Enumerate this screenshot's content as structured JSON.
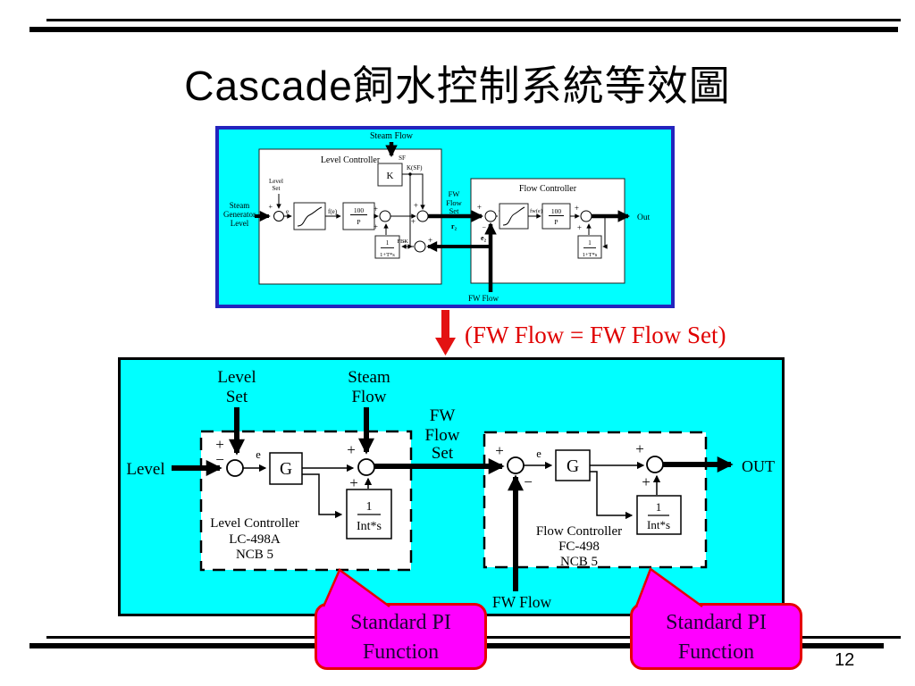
{
  "slide": {
    "title": "Cascade飼水控制系統等效圖",
    "red_note": "(FW Flow = FW Flow Set)",
    "page_number": "12"
  },
  "signs": {
    "plus": "+",
    "minus": "−"
  },
  "top": {
    "lc": {
      "title": "Level Controller",
      "input_l1": "Steam",
      "input_l2": "Generator",
      "input_l3": "Level",
      "set_l1": "Level",
      "set_l2": "Set",
      "steam_flow": "Steam Flow",
      "sf": "SF",
      "k": "K",
      "ksf": "K(SF)",
      "e": "e",
      "fe": "f(e)",
      "gain_num": "100",
      "gain_den": "P",
      "lag_num": "1",
      "lag_den": "1+T*s",
      "fbk": "FBK"
    },
    "fc": {
      "title": "Flow Controller",
      "set_l1": "FW",
      "set_l2": "Flow",
      "set_l3": "Set",
      "r2": "r₂",
      "e2": "e₂",
      "e": "e",
      "fwe": "fw(e)",
      "gain_num": "100",
      "gain_den": "P",
      "lag_num": "1",
      "lag_den": "1+T*s",
      "out": "Out",
      "fw_flow": "FW Flow"
    }
  },
  "bottom": {
    "set_l1": "Level",
    "set_l2": "Set",
    "sf_l1": "Steam",
    "sf_l2": "Flow",
    "level": "Level",
    "e": "e",
    "g": "G",
    "int_num": "1",
    "int_den": "Int*s",
    "lc_l1": "Level Controller",
    "lc_l2": "LC-498A",
    "lc_l3": "NCB 5",
    "set3_l1": "FW",
    "set3_l2": "Flow",
    "set3_l3": "Set",
    "fc_l1": "Flow Controller",
    "fc_l2": "FC-498",
    "fc_l3": "NCB 5",
    "out": "OUT",
    "fw_flow": "FW Flow"
  },
  "callout": {
    "l1": "Standard PI",
    "l2": "Function"
  },
  "colors": {
    "cyan": "#00ffff",
    "top_border": "#2424bd",
    "magenta": "#ff00ff",
    "callout_border": "#e60000",
    "red": "#e00000"
  }
}
